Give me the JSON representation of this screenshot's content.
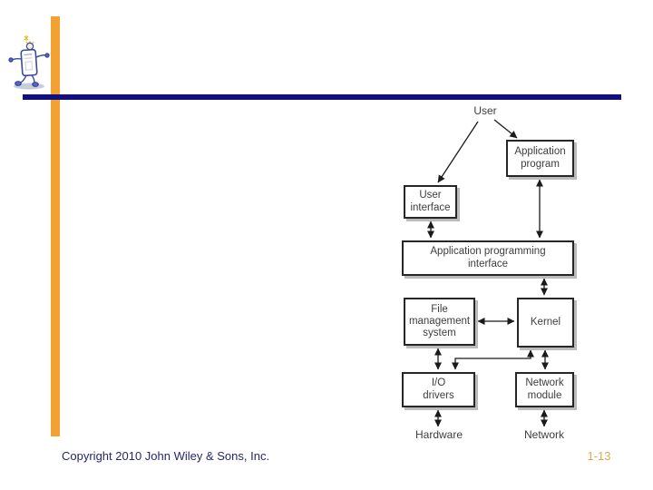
{
  "slide": {
    "copyright": "Copyright 2010 John Wiley & Sons, Inc.",
    "page_number": "1-13",
    "colors": {
      "accent_bar": "#F2A233",
      "title_rule": "#10107E",
      "copyright_text": "#26266B",
      "page_number_text": "#DDA94E",
      "box_border": "#262626",
      "box_shadow": "#BBBBBB",
      "diagram_text": "#3D3D3D",
      "arrow_stroke": "#1A1A1A"
    }
  },
  "diagram": {
    "nodes": {
      "user": "User",
      "application_program": "Application\nprogram",
      "user_interface": "User\ninterface",
      "api": "Application programming\ninterface",
      "file_management": "File\nmanagement\nsystem",
      "kernel": "Kernel",
      "io_drivers": "I/O\ndrivers",
      "network_module": "Network\nmodule",
      "hardware": "Hardware",
      "network": "Network"
    }
  },
  "icons": {
    "mascot": "walking-computer-mascot"
  }
}
